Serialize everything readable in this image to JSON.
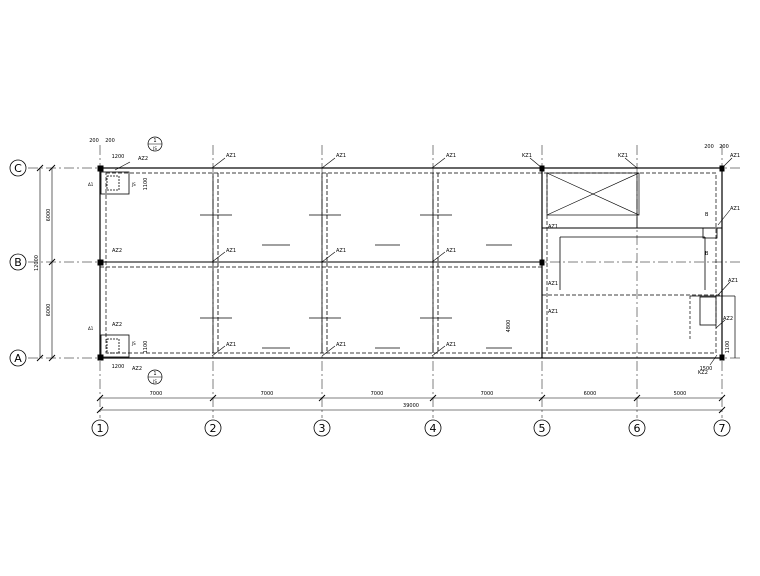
{
  "grid": {
    "vertical": [
      {
        "id": "axis-1",
        "label": "1"
      },
      {
        "id": "axis-2",
        "label": "2"
      },
      {
        "id": "axis-3",
        "label": "3"
      },
      {
        "id": "axis-4",
        "label": "4"
      },
      {
        "id": "axis-5",
        "label": "5"
      },
      {
        "id": "axis-6",
        "label": "6"
      },
      {
        "id": "axis-7",
        "label": "7"
      }
    ],
    "horizontal": [
      {
        "id": "axis-c",
        "label": "C"
      },
      {
        "id": "axis-b",
        "label": "B"
      },
      {
        "id": "axis-a",
        "label": "A"
      }
    ]
  },
  "dimensions": {
    "spans": [
      "7000",
      "7000",
      "7000",
      "7000",
      "6000",
      "5000"
    ],
    "total": "39000",
    "left_spans": [
      "6000",
      "6000"
    ],
    "left_total": "12000",
    "right_stub": "4800",
    "top_left": [
      "200",
      "200"
    ],
    "top_right": [
      "200",
      "200"
    ],
    "small_1200": "1200",
    "small_1100": "1100",
    "small_1500": "1500"
  },
  "labels": {
    "az1": "AZ1",
    "az2": "AZ2",
    "kz1": "KZ1",
    "kz2": "KZ2",
    "b": "B",
    "cut_1": "1",
    "cut_1_sub": "JS",
    "note_a": "Δ1"
  }
}
